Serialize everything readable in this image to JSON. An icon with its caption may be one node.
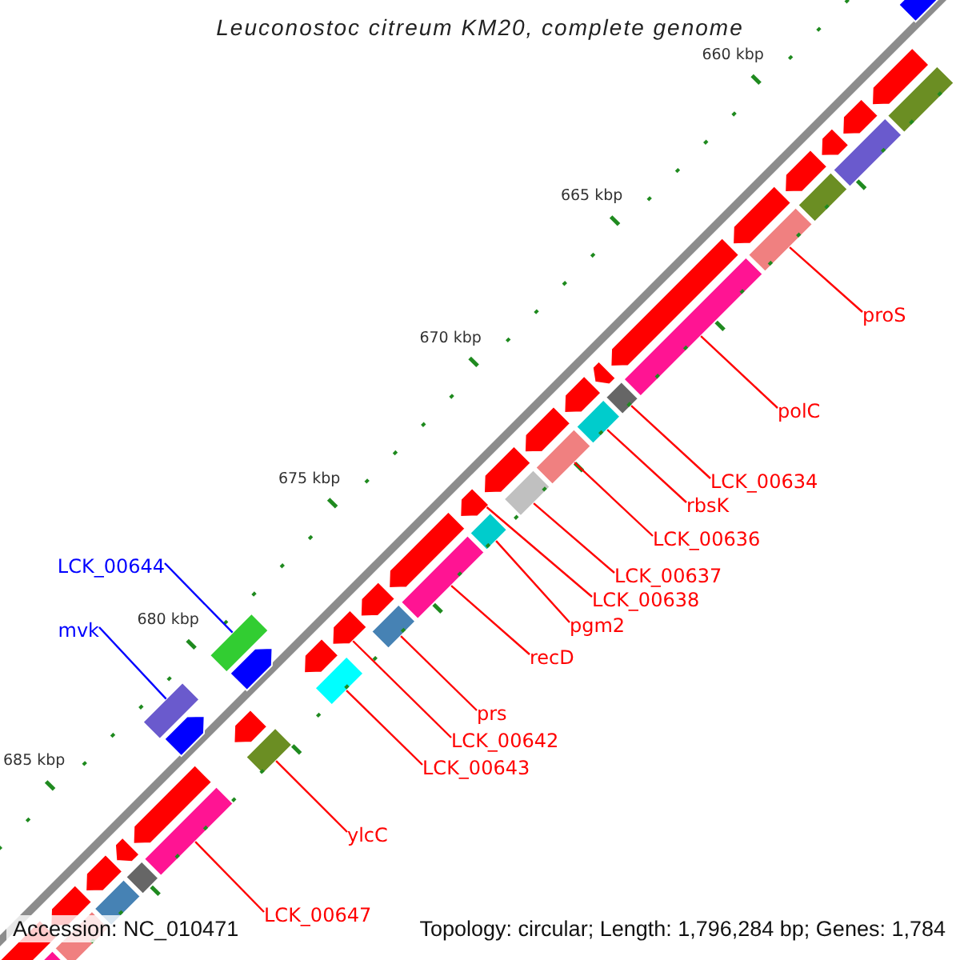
{
  "diagram": {
    "title": "Leuconostoc citreum KM20, complete genome",
    "nodes": [
      {
        "text": [
          "proS"
        ]
      },
      {
        "text": [
          "polC"
        ]
      },
      {
        "text": [
          "LCK_00634"
        ]
      },
      {
        "text": [
          "rbsK"
        ]
      },
      {
        "text": [
          "LCK_00636"
        ]
      },
      {
        "text": [
          "LCK_00644"
        ]
      },
      {
        "text": [
          "LCK_00637"
        ]
      },
      {
        "text": [
          "LCK_00638"
        ]
      },
      {
        "text": [
          "mvk"
        ]
      },
      {
        "text": [
          "pgm2"
        ]
      },
      {
        "text": [
          "recD"
        ]
      },
      {
        "text": [
          "prs"
        ]
      },
      {
        "text": [
          "LCK_00642"
        ]
      },
      {
        "text": [
          "LCK_00643"
        ]
      },
      {
        "text": [
          "ylcC"
        ]
      },
      {
        "text": [
          "LCK_00647"
        ]
      },
      {
        "text": [],
        "shape": "arrow"
      },
      {
        "text": [],
        "shape": "arrow"
      },
      {
        "text": [],
        "shape": "box"
      },
      {
        "text": [],
        "shape": "arrow"
      },
      {
        "text": [],
        "shape": "arrow"
      },
      {
        "text": [],
        "shape": "box"
      },
      {
        "text": [],
        "shape": "arrow"
      },
      {
        "text": [],
        "shape": "box"
      },
      {
        "text": [],
        "shape": "arrow"
      },
      {
        "text": [],
        "shape": "box"
      },
      {
        "text": [],
        "shape": "arrow"
      },
      {
        "text": [],
        "shape": "box"
      },
      {
        "text": [],
        "shape": "arrow"
      },
      {
        "text": [],
        "shape": "diamond"
      },
      {
        "text": [],
        "shape": "arrow"
      },
      {
        "text": [],
        "shape": "box"
      },
      {
        "text": [],
        "shape": "arrow"
      },
      {
        "text": [],
        "shape": "box"
      },
      {
        "text": [],
        "shape": "arrow"
      },
      {
        "text": [],
        "shape": "box"
      },
      {
        "text": [],
        "shape": "arrow"
      },
      {
        "text": [],
        "shape": "diamond"
      },
      {
        "text": [],
        "shape": "arrow"
      },
      {
        "text": [],
        "shape": "box"
      },
      {
        "text": [],
        "shape": "arrow"
      },
      {
        "text": [],
        "shape": "box"
      },
      {
        "text": [],
        "shape": "arrow"
      },
      {
        "text": [],
        "shape": "box"
      },
      {
        "text": [],
        "shape": "arrow"
      },
      {
        "text": [],
        "shape": "arrow"
      },
      {
        "text": [],
        "shape": "box"
      },
      {
        "text": [],
        "shape": "box"
      },
      {
        "text": [],
        "shape": "arrow"
      },
      {
        "text": [],
        "shape": "arrow"
      },
      {
        "text": [],
        "shape": "box"
      },
      {
        "text": [],
        "shape": "arrow"
      },
      {
        "text": [],
        "shape": "box"
      },
      {
        "text": [],
        "shape": "arrow"
      },
      {
        "text": [],
        "shape": "arrow"
      },
      {
        "text": [],
        "shape": "diamond"
      },
      {
        "text": [],
        "shape": "box"
      },
      {
        "text": [],
        "shape": "arrow"
      },
      {
        "text": [],
        "shape": "box"
      },
      {
        "text": [],
        "shape": "arrow"
      },
      {
        "text": [],
        "shape": "box"
      }
    ],
    "edges": [
      {
        "from": 0,
        "to": 25,
        "arrow": "none"
      },
      {
        "from": 1,
        "to": 27,
        "arrow": "none"
      },
      {
        "from": 2,
        "to": 29,
        "arrow": "none"
      },
      {
        "from": 3,
        "to": 31,
        "arrow": "none"
      },
      {
        "from": 4,
        "to": 33,
        "arrow": "none"
      },
      {
        "from": 5,
        "to": 43,
        "arrow": "none",
        "color": "#0000ff"
      },
      {
        "from": 6,
        "to": 35,
        "arrow": "none"
      },
      {
        "from": 7,
        "to": 36,
        "arrow": "none"
      },
      {
        "from": 8,
        "to": 47,
        "arrow": "none",
        "color": "#0000ff"
      },
      {
        "from": 9,
        "to": 37,
        "arrow": "none"
      },
      {
        "from": 10,
        "to": 39,
        "arrow": "none"
      },
      {
        "from": 11,
        "to": 41,
        "arrow": "none"
      },
      {
        "from": 12,
        "to": 42,
        "arrow": "none"
      },
      {
        "from": 13,
        "to": 46,
        "arrow": "none"
      },
      {
        "from": 14,
        "to": 50,
        "arrow": "none"
      },
      {
        "from": 15,
        "to": 52,
        "arrow": "none"
      }
    ],
    "labels": [
      "660 kbp",
      "665 kbp",
      "670 kbp",
      "675 kbp",
      "680 kbp",
      "685 kbp",
      "Accession: NC_010471",
      "Topology: circular; Length: 1,796,284 bp; Genes: 1,784"
    ]
  }
}
